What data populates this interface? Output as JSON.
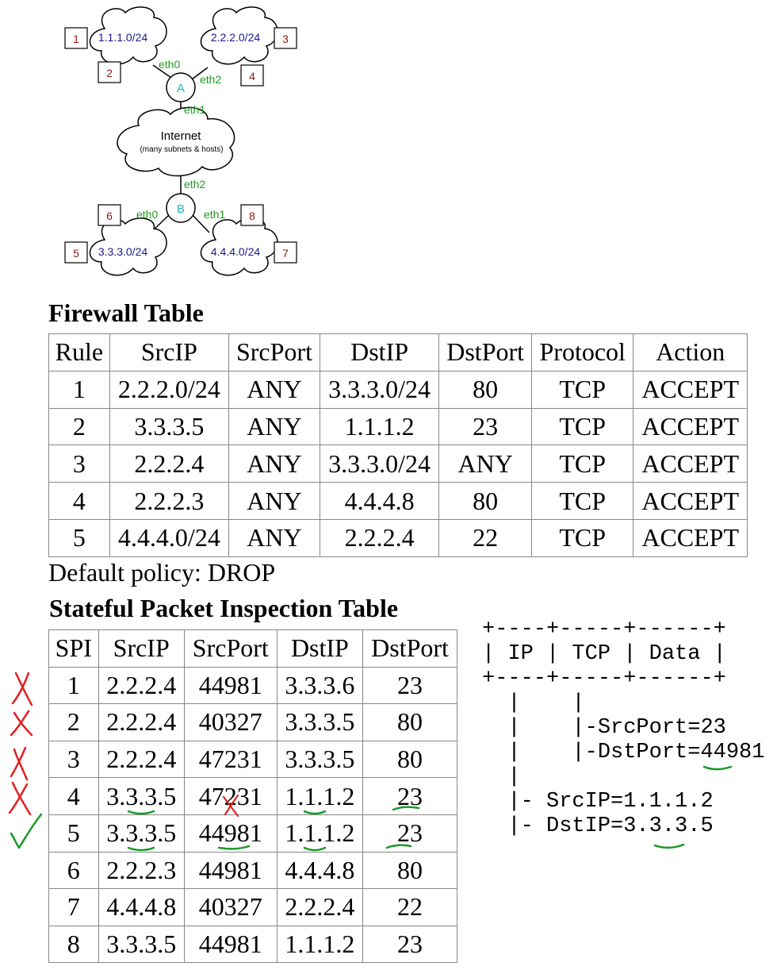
{
  "network": {
    "subnets": [
      {
        "label": "1.1.1.0/24"
      },
      {
        "label": "2.2.2.0/24"
      },
      {
        "label": "3.3.3.0/24"
      },
      {
        "label": "4.4.4.0/24"
      }
    ],
    "hosts": [
      "1",
      "2",
      "3",
      "4",
      "5",
      "6",
      "7",
      "8"
    ],
    "routers": {
      "a": "A",
      "b": "B"
    },
    "interfaces": {
      "a_eth0": "eth0",
      "a_eth2": "eth2",
      "a_eth1": "eth1",
      "b_eth2": "eth2",
      "b_eth0": "eth0",
      "b_eth1": "eth1"
    },
    "internet": {
      "title": "Internet",
      "subtitle": "(many subnets & hosts)"
    }
  },
  "firewall": {
    "title": "Firewall Table",
    "columns": [
      "Rule",
      "SrcIP",
      "SrcPort",
      "DstIP",
      "DstPort",
      "Protocol",
      "Action"
    ],
    "rows": [
      [
        "1",
        "2.2.2.0/24",
        "ANY",
        "3.3.3.0/24",
        "80",
        "TCP",
        "ACCEPT"
      ],
      [
        "2",
        "3.3.3.5",
        "ANY",
        "1.1.1.2",
        "23",
        "TCP",
        "ACCEPT"
      ],
      [
        "3",
        "2.2.2.4",
        "ANY",
        "3.3.3.0/24",
        "ANY",
        "TCP",
        "ACCEPT"
      ],
      [
        "4",
        "2.2.2.3",
        "ANY",
        "4.4.4.8",
        "80",
        "TCP",
        "ACCEPT"
      ],
      [
        "5",
        "4.4.4.0/24",
        "ANY",
        "2.2.2.4",
        "22",
        "TCP",
        "ACCEPT"
      ]
    ],
    "default_policy": "Default policy: DROP"
  },
  "spi": {
    "title": "Stateful Packet Inspection Table",
    "columns": [
      "SPI",
      "SrcIP",
      "SrcPort",
      "DstIP",
      "DstPort"
    ],
    "rows": [
      [
        "1",
        "2.2.2.4",
        "44981",
        "3.3.3.6",
        "23"
      ],
      [
        "2",
        "2.2.2.4",
        "40327",
        "3.3.3.5",
        "80"
      ],
      [
        "3",
        "2.2.2.4",
        "47231",
        "3.3.3.5",
        "80"
      ],
      [
        "4",
        "3.3.3.5",
        "47231",
        "1.1.1.2",
        "23"
      ],
      [
        "5",
        "3.3.3.5",
        "44981",
        "1.1.1.2",
        "23"
      ],
      [
        "6",
        "2.2.2.3",
        "44981",
        "4.4.4.8",
        "80"
      ],
      [
        "7",
        "4.4.4.8",
        "40327",
        "2.2.2.4",
        "22"
      ],
      [
        "8",
        "3.3.3.5",
        "44981",
        "1.1.1.2",
        "23"
      ]
    ],
    "row_marks": [
      "cross",
      "cross",
      "cross",
      "cross",
      "check",
      "none",
      "none",
      "none"
    ]
  },
  "packet": {
    "lines": [
      "+----+-----+------+",
      "| IP | TCP | Data |",
      "+----+-----+------+",
      "  |    |",
      "  |    |-SrcPort=23",
      "  |    |-DstPort=44981",
      "  |",
      "  |- SrcIP=1.1.1.2",
      "  |- DstIP=3.3.3.5"
    ]
  },
  "colors": {
    "subnet_text": "#1a1a8c",
    "host_text": "#8b1a1a",
    "interface_text": "#1f9a1f",
    "router_text": "#22b4b4",
    "mark_red": "#e02020",
    "mark_green": "#1a9a2a"
  }
}
